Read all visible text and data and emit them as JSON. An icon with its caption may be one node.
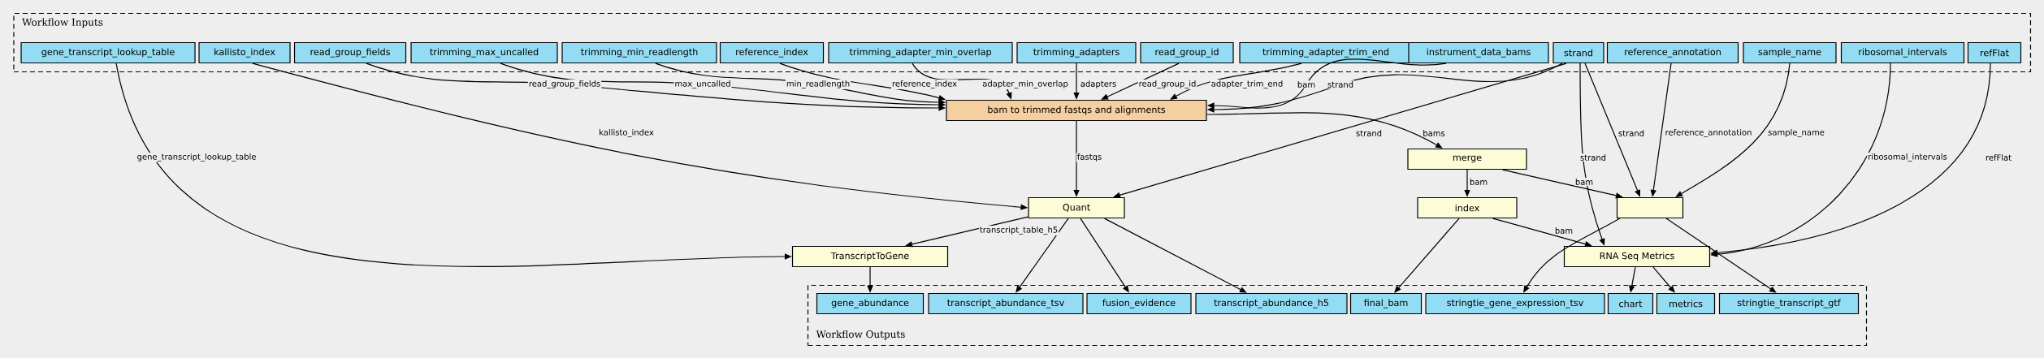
{
  "diagram": {
    "nodes": [
      {
        "text": [
          "Workflow Inputs"
        ]
      },
      {
        "text": [
          "gene_transcript_lookup_table"
        ],
        "in": 0
      },
      {
        "text": [
          "kallisto_index"
        ],
        "in": 0
      },
      {
        "text": [
          "read_group_fields"
        ],
        "in": 0
      },
      {
        "text": [
          "trimming_max_uncalled"
        ],
        "in": 0
      },
      {
        "text": [
          "trimming_min_readlength"
        ],
        "in": 0
      },
      {
        "text": [
          "reference_index"
        ],
        "in": 0
      },
      {
        "text": [
          "trimming_adapter_min_overlap"
        ],
        "in": 0
      },
      {
        "text": [
          "trimming_adapters"
        ],
        "in": 0
      },
      {
        "text": [
          "read_group_id"
        ],
        "in": 0
      },
      {
        "text": [
          "trimming_adapter_trim_end"
        ],
        "in": 0
      },
      {
        "text": [
          "instrument_data_bams"
        ],
        "in": 0
      },
      {
        "text": [
          "strand"
        ],
        "in": 0
      },
      {
        "text": [
          "reference_annotation"
        ],
        "in": 0
      },
      {
        "text": [
          "sample_name"
        ],
        "in": 0
      },
      {
        "text": [
          "ribosomal_intervals"
        ],
        "in": 0
      },
      {
        "text": [
          "refFlat"
        ],
        "in": 0
      },
      {
        "text": [
          "bam to trimmed fastqs and alignments"
        ]
      },
      {
        "text": [
          "merge"
        ]
      },
      {
        "text": [
          "Quant"
        ]
      },
      {
        "text": [
          "TranscriptToGene"
        ]
      },
      {
        "text": [
          "index"
        ]
      },
      {
        "text": [],
        "shape": "box"
      },
      {
        "text": [
          "RNA Seq Metrics"
        ]
      },
      {
        "text": [
          "Workflow Outputs"
        ]
      },
      {
        "text": [
          "gene_abundance"
        ],
        "in": 24
      },
      {
        "text": [
          "transcript_abundance_tsv"
        ],
        "in": 24
      },
      {
        "text": [
          "fusion_evidence"
        ],
        "in": 24
      },
      {
        "text": [
          "transcript_abundance_h5"
        ],
        "in": 24
      },
      {
        "text": [
          "final_bam"
        ],
        "in": 24
      },
      {
        "text": [
          "stringtie_gene_expression_tsv"
        ],
        "in": 24
      },
      {
        "text": [
          "chart"
        ],
        "in": 24
      },
      {
        "text": [
          "metrics"
        ],
        "in": 24
      },
      {
        "text": [
          "stringtie_transcript_gtf"
        ],
        "in": 24
      }
    ],
    "edges": [
      {
        "from": 3,
        "to": 17,
        "arrow": "to",
        "label": "read_group_fields"
      },
      {
        "from": 4,
        "to": 17,
        "arrow": "to",
        "label": "max_uncalled"
      },
      {
        "from": 5,
        "to": 17,
        "arrow": "to",
        "label": "min_readlength"
      },
      {
        "from": 6,
        "to": 17,
        "arrow": "to",
        "label": "reference_index"
      },
      {
        "from": 7,
        "to": 17,
        "arrow": "to",
        "label": "adapter_min_overlap"
      },
      {
        "from": 8,
        "to": 17,
        "arrow": "to",
        "label": "adapters"
      },
      {
        "from": 9,
        "to": 17,
        "arrow": "to",
        "label": "read_group_id"
      },
      {
        "from": 10,
        "to": 17,
        "arrow": "to",
        "label": "adapter_trim_end"
      },
      {
        "from": 11,
        "to": 17,
        "arrow": "to",
        "label": "bam"
      },
      {
        "from": 12,
        "to": 17,
        "arrow": "to",
        "label": "strand"
      },
      {
        "from": 1,
        "to": 20,
        "arrow": "to",
        "label": "gene_transcript_lookup_table"
      },
      {
        "from": 2,
        "to": 19,
        "arrow": "to",
        "label": "kallisto_index"
      },
      {
        "from": 17,
        "to": 19,
        "arrow": "to",
        "label": "fastqs"
      },
      {
        "from": 12,
        "to": 19,
        "arrow": "to",
        "label": "strand"
      },
      {
        "from": 17,
        "to": 18,
        "arrow": "to",
        "label": "bams"
      },
      {
        "from": 19,
        "to": 20,
        "arrow": "to",
        "label": "transcript_table_h5"
      },
      {
        "from": 18,
        "to": 21,
        "arrow": "to",
        "label": "bam"
      },
      {
        "from": 18,
        "to": 22,
        "arrow": "to",
        "label": "bam"
      },
      {
        "from": 12,
        "to": 22,
        "arrow": "to",
        "label": "strand"
      },
      {
        "from": 13,
        "to": 22,
        "arrow": "to",
        "label": "reference_annotation"
      },
      {
        "from": 14,
        "to": 22,
        "arrow": "to",
        "label": "sample_name"
      },
      {
        "from": 12,
        "to": 23,
        "arrow": "to",
        "label": "strand"
      },
      {
        "from": 21,
        "to": 23,
        "arrow": "to",
        "label": "bam"
      },
      {
        "from": 15,
        "to": 23,
        "arrow": "to",
        "label": "ribosomal_intervals"
      },
      {
        "from": 16,
        "to": 23,
        "arrow": "to",
        "label": "refFlat"
      },
      {
        "from": 20,
        "to": 25,
        "arrow": "to"
      },
      {
        "from": 19,
        "to": 26,
        "arrow": "to"
      },
      {
        "from": 19,
        "to": 27,
        "arrow": "to"
      },
      {
        "from": 19,
        "to": 28,
        "arrow": "to"
      },
      {
        "from": 21,
        "to": 29,
        "arrow": "to"
      },
      {
        "from": 22,
        "to": 30,
        "arrow": "to"
      },
      {
        "from": 23,
        "to": 31,
        "arrow": "to"
      },
      {
        "from": 23,
        "to": 32,
        "arrow": "to"
      },
      {
        "from": 22,
        "to": 33,
        "arrow": "to"
      }
    ]
  }
}
